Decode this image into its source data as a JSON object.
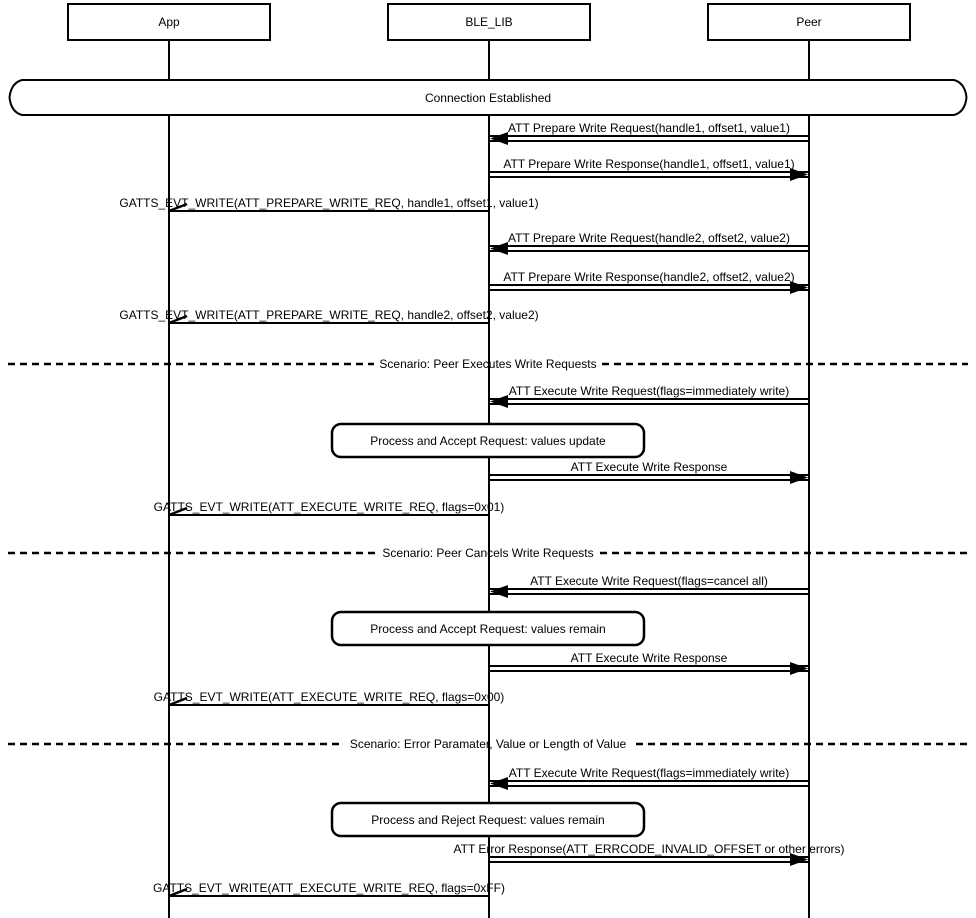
{
  "participants": [
    {
      "name": "App"
    },
    {
      "name": "BLE_LIB"
    },
    {
      "name": "Peer"
    }
  ],
  "connection_band": {
    "label": "Connection Established"
  },
  "messages": [
    {
      "label": "ATT Prepare Write Request(handle1, offset1, value1)",
      "from": "Peer",
      "to": "BLE_LIB",
      "arrow": "filled"
    },
    {
      "label": "ATT Prepare Write Response(handle1, offset1, value1)",
      "from": "BLE_LIB",
      "to": "Peer",
      "arrow": "filled"
    },
    {
      "label": "GATTS_EVT_WRITE(ATT_PREPARE_WRITE_REQ, handle1, offset1, value1)",
      "from": "BLE_LIB",
      "to": "App",
      "arrow": "open-half"
    },
    {
      "label": "ATT Prepare Write Request(handle2, offset2, value2)",
      "from": "Peer",
      "to": "BLE_LIB",
      "arrow": "filled"
    },
    {
      "label": "ATT Prepare Write Response(handle2, offset2, value2)",
      "from": "BLE_LIB",
      "to": "Peer",
      "arrow": "filled"
    },
    {
      "label": "GATTS_EVT_WRITE(ATT_PREPARE_WRITE_REQ, handle2, offset2, value2)",
      "from": "BLE_LIB",
      "to": "App",
      "arrow": "open-half"
    },
    {
      "label": "ATT Execute Write Request(flags=immediately write)",
      "from": "Peer",
      "to": "BLE_LIB",
      "arrow": "filled"
    },
    {
      "label": "ATT Execute Write Response",
      "from": "BLE_LIB",
      "to": "Peer",
      "arrow": "filled"
    },
    {
      "label": "GATTS_EVT_WRITE(ATT_EXECUTE_WRITE_REQ, flags=0x01)",
      "from": "BLE_LIB",
      "to": "App",
      "arrow": "open-half"
    },
    {
      "label": "ATT Execute Write Request(flags=cancel all)",
      "from": "Peer",
      "to": "BLE_LIB",
      "arrow": "filled"
    },
    {
      "label": "ATT Execute Write Response",
      "from": "BLE_LIB",
      "to": "Peer",
      "arrow": "filled"
    },
    {
      "label": "GATTS_EVT_WRITE(ATT_EXECUTE_WRITE_REQ, flags=0x00)",
      "from": "BLE_LIB",
      "to": "App",
      "arrow": "open-half"
    },
    {
      "label": "ATT Execute Write Request(flags=immediately write)",
      "from": "Peer",
      "to": "BLE_LIB",
      "arrow": "filled"
    },
    {
      "label": "ATT Error Response(ATT_ERRCODE_INVALID_OFFSET or other errors)",
      "from": "BLE_LIB",
      "to": "Peer",
      "arrow": "filled"
    },
    {
      "label": "GATTS_EVT_WRITE(ATT_EXECUTE_WRITE_REQ, flags=0xFF)",
      "from": "BLE_LIB",
      "to": "App",
      "arrow": "open-half"
    }
  ],
  "dividers": [
    {
      "label": "Scenario: Peer Executes Write Requests"
    },
    {
      "label": "Scenario: Peer Cancels Write Requests"
    },
    {
      "label": "Scenario: Error Paramater, Value or Length of Value"
    }
  ],
  "process_boxes": [
    {
      "label": "Process and Accept Request: values update"
    },
    {
      "label": "Process and Accept Request: values remain"
    },
    {
      "label": "Process and Reject Request: values remain"
    }
  ],
  "colors": {
    "line": "#000000",
    "background": "#ffffff"
  }
}
